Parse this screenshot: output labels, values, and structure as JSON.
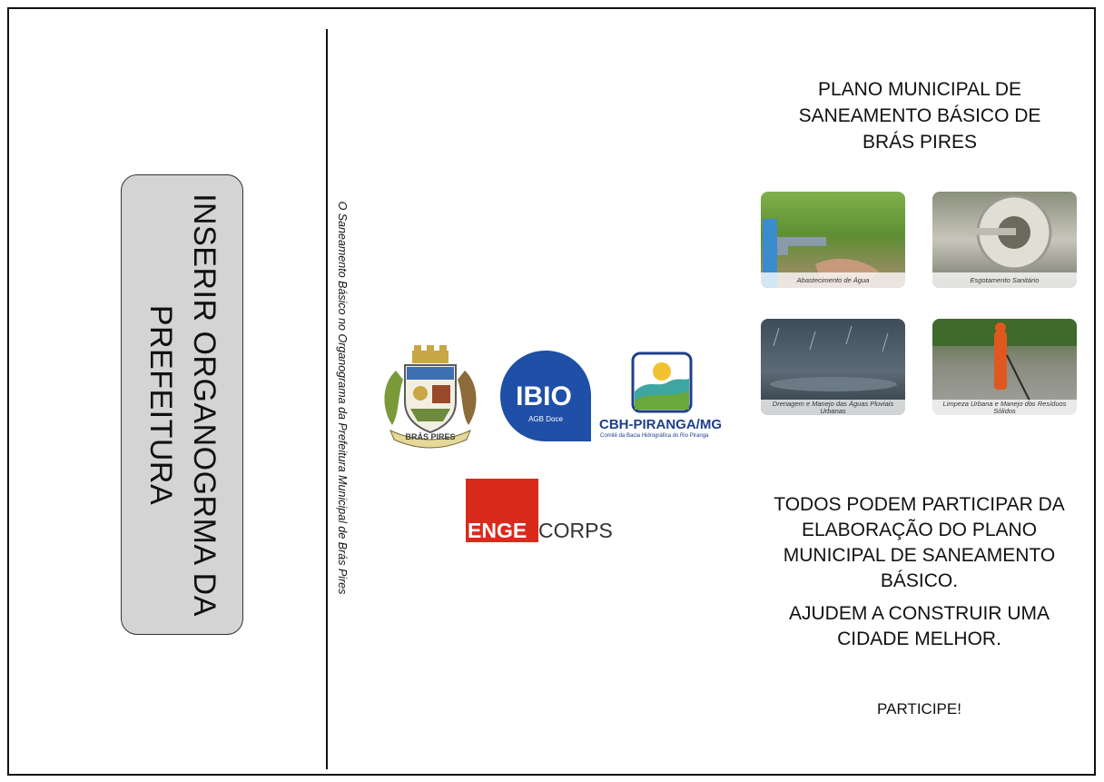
{
  "left_panel": {
    "placeholder_text": "INSERIR ORGANOGRMA DA PREFEITURA"
  },
  "vertical_caption": "O Saneamento Básico no Organograma da Prefeitura Municipal de Brás Pires",
  "logos": {
    "bras_pires_banner": "BRÁS PIRES",
    "ibio_main": "IBIO",
    "ibio_sub": "AGB Doce",
    "cbh_name": "CBH-PIRANGA/MG",
    "cbh_subtitle": "Comitê da Bacia Hidrográfica do Rio Piranga",
    "engecorps_enge": "ENGE",
    "engecorps_corps": "CORPS"
  },
  "header": {
    "title": "PLANO MUNICIPAL DE SANEAMENTO BÁSICO DE BRÁS PIRES"
  },
  "photos": [
    {
      "caption": "Abastecimento de Água"
    },
    {
      "caption": "Esgotamento Sanitário"
    },
    {
      "caption": "Drenagem e Manejo das Águas Pluviais Urbanas"
    },
    {
      "caption": "Limpeza Urbana e Manejo dos Resíduos Sólidos"
    }
  ],
  "message": {
    "line1": "TODOS PODEM PARTICIPAR DA ELABORAÇÃO DO PLANO MUNICIPAL DE SANEAMENTO BÁSICO.",
    "line2": "AJUDEM A CONSTRUIR UMA CIDADE MELHOR.",
    "cta": "PARTICIPE!"
  },
  "colors": {
    "engecorps_red": "#d92a1c",
    "ibio_blue": "#1f4fa6",
    "cbh_blue": "#1e3f8a",
    "placeholder_gray": "#d4d4d4"
  }
}
